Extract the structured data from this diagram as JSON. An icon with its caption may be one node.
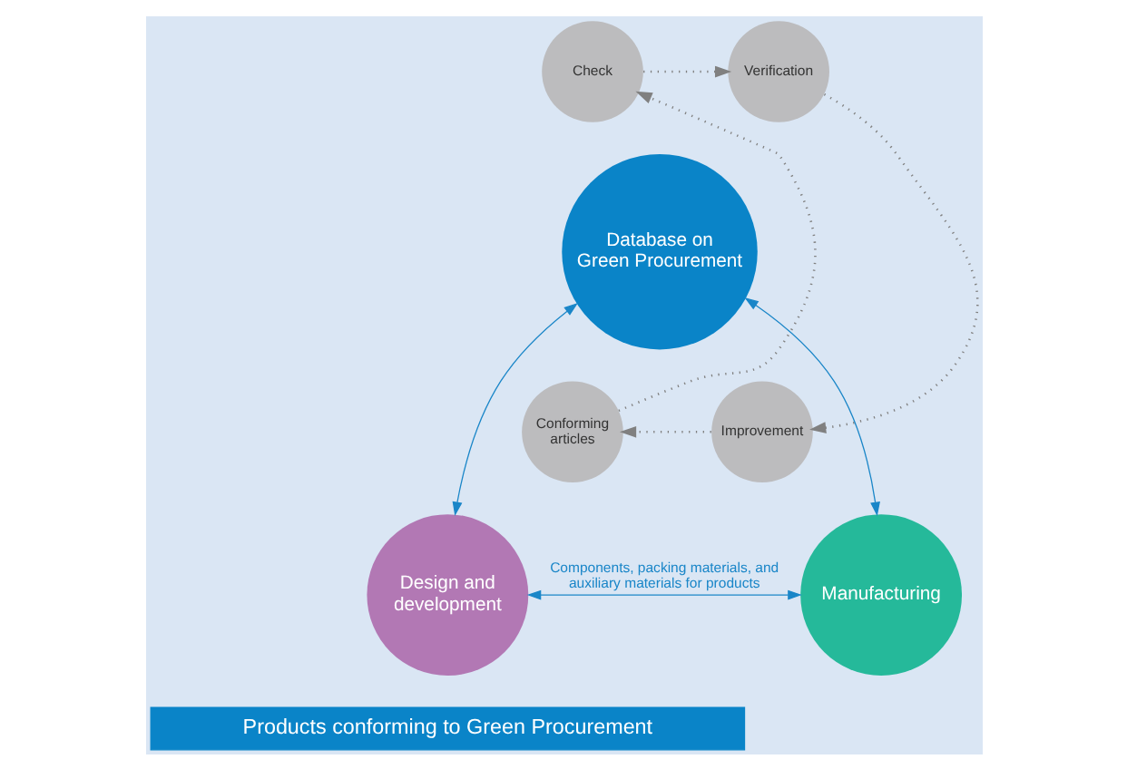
{
  "diagram": {
    "nodes": [
      {
        "text": [
          "Check"
        ]
      },
      {
        "text": [
          "Verification"
        ]
      },
      {
        "text": [
          "Database on Green Procurement"
        ]
      },
      {
        "text": [
          "Conforming articles"
        ]
      },
      {
        "text": [
          "Improvement"
        ]
      },
      {
        "text": [
          "Design and development"
        ]
      },
      {
        "text": [
          "Manufacturing"
        ]
      },
      {
        "text": [
          "Products conforming to Green Procurement"
        ]
      }
    ],
    "edges": [
      {
        "from": 0,
        "to": 1,
        "arrow": "to",
        "style": "dashed"
      },
      {
        "from": 1,
        "to": 4,
        "arrow": "to",
        "style": "dashed"
      },
      {
        "from": 4,
        "to": 3,
        "arrow": "to",
        "style": "dashed"
      },
      {
        "from": 3,
        "to": 0,
        "arrow": "to",
        "style": "dashed"
      },
      {
        "from": 5,
        "to": 2,
        "arrow": "both",
        "color": "#1a86c8"
      },
      {
        "from": 6,
        "to": 2,
        "arrow": "both",
        "color": "#1a86c8"
      },
      {
        "from": 5,
        "to": 6,
        "arrow": "both",
        "color": "#1a86c8",
        "label": "Components, packing materials, and auxiliary materials for products"
      }
    ]
  }
}
